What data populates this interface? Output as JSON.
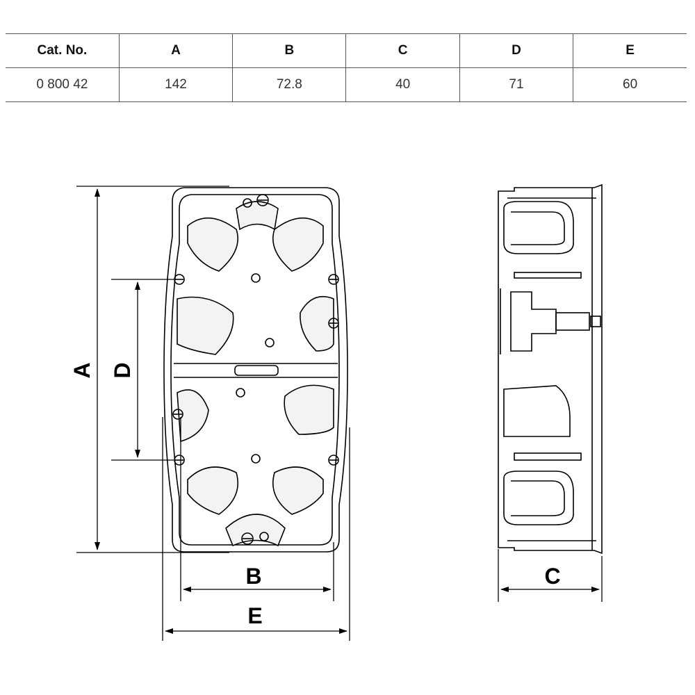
{
  "table": {
    "headers": [
      "Cat. No.",
      "A",
      "B",
      "C",
      "D",
      "E"
    ],
    "rows": [
      [
        "0 800 42",
        "142",
        "72.8",
        "40",
        "71",
        "60"
      ]
    ]
  },
  "drawing": {
    "labels": {
      "A": "A",
      "B": "B",
      "C": "C",
      "D": "D",
      "E": "E"
    }
  }
}
